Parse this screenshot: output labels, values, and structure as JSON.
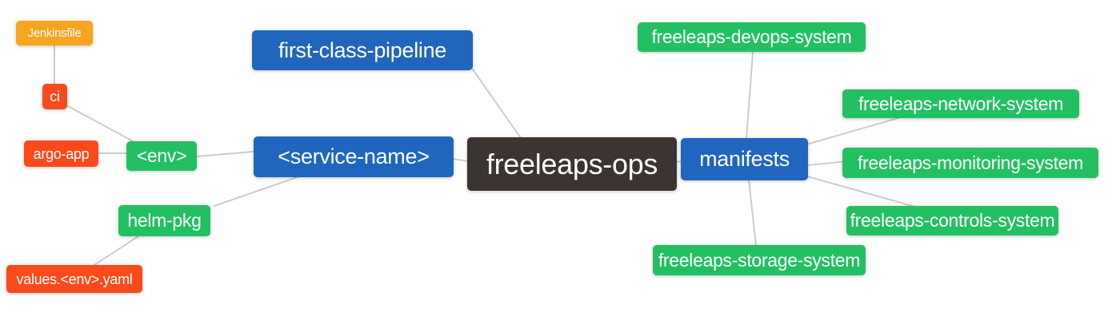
{
  "diagram": {
    "type": "mindmap",
    "root_label": "freeleaps-ops"
  },
  "nodes": [
    {
      "id": "jenkinsfile",
      "label": "Jenkinsfile",
      "color_role": "amber",
      "level": 5
    },
    {
      "id": "ci",
      "label": "ci",
      "color_role": "red",
      "level": 4
    },
    {
      "id": "argo-app",
      "label": "argo-app",
      "color_role": "red",
      "level": 4
    },
    {
      "id": "env",
      "label": "<env>",
      "color_role": "green",
      "level": 3
    },
    {
      "id": "helm-pkg",
      "label": "helm-pkg",
      "color_role": "green",
      "level": 3
    },
    {
      "id": "values-env-yaml",
      "label": "values.<env>.yaml",
      "color_role": "red",
      "level": 4
    },
    {
      "id": "first-class-pipeline",
      "label": "first-class-pipeline",
      "color_role": "blue",
      "level": 2
    },
    {
      "id": "service-name",
      "label": "<service-name>",
      "color_role": "blue",
      "level": 2
    },
    {
      "id": "freeleaps-ops",
      "label": "freeleaps-ops",
      "color_role": "dark",
      "level": 1
    },
    {
      "id": "manifests",
      "label": "manifests",
      "color_role": "blue",
      "level": 2
    },
    {
      "id": "freeleaps-devops-system",
      "label": "freeleaps-devops-system",
      "color_role": "green",
      "level": 3
    },
    {
      "id": "freeleaps-network-system",
      "label": "freeleaps-network-system",
      "color_role": "green",
      "level": 3
    },
    {
      "id": "freeleaps-monitoring-system",
      "label": "freeleaps-monitoring-system",
      "color_role": "green",
      "level": 3
    },
    {
      "id": "freeleaps-controls-system",
      "label": "freeleaps-controls-system",
      "color_role": "green",
      "level": 3
    },
    {
      "id": "freeleaps-storage-system",
      "label": "freeleaps-storage-system",
      "color_role": "green",
      "level": 3
    }
  ],
  "edges": [
    {
      "from": "ci",
      "to": "jenkinsfile"
    },
    {
      "from": "env",
      "to": "ci"
    },
    {
      "from": "env",
      "to": "argo-app"
    },
    {
      "from": "service-name",
      "to": "env"
    },
    {
      "from": "service-name",
      "to": "helm-pkg"
    },
    {
      "from": "helm-pkg",
      "to": "values-env-yaml"
    },
    {
      "from": "freeleaps-ops",
      "to": "first-class-pipeline"
    },
    {
      "from": "freeleaps-ops",
      "to": "service-name"
    },
    {
      "from": "freeleaps-ops",
      "to": "manifests"
    },
    {
      "from": "manifests",
      "to": "freeleaps-devops-system"
    },
    {
      "from": "manifests",
      "to": "freeleaps-network-system"
    },
    {
      "from": "manifests",
      "to": "freeleaps-monitoring-system"
    },
    {
      "from": "manifests",
      "to": "freeleaps-controls-system"
    },
    {
      "from": "manifests",
      "to": "freeleaps-storage-system"
    }
  ],
  "colors": {
    "blue": "#2065be",
    "green": "#23c062",
    "red": "#f94a1c",
    "amber": "#f7a521",
    "dark": "#3b3430",
    "line": "#cccccc"
  }
}
